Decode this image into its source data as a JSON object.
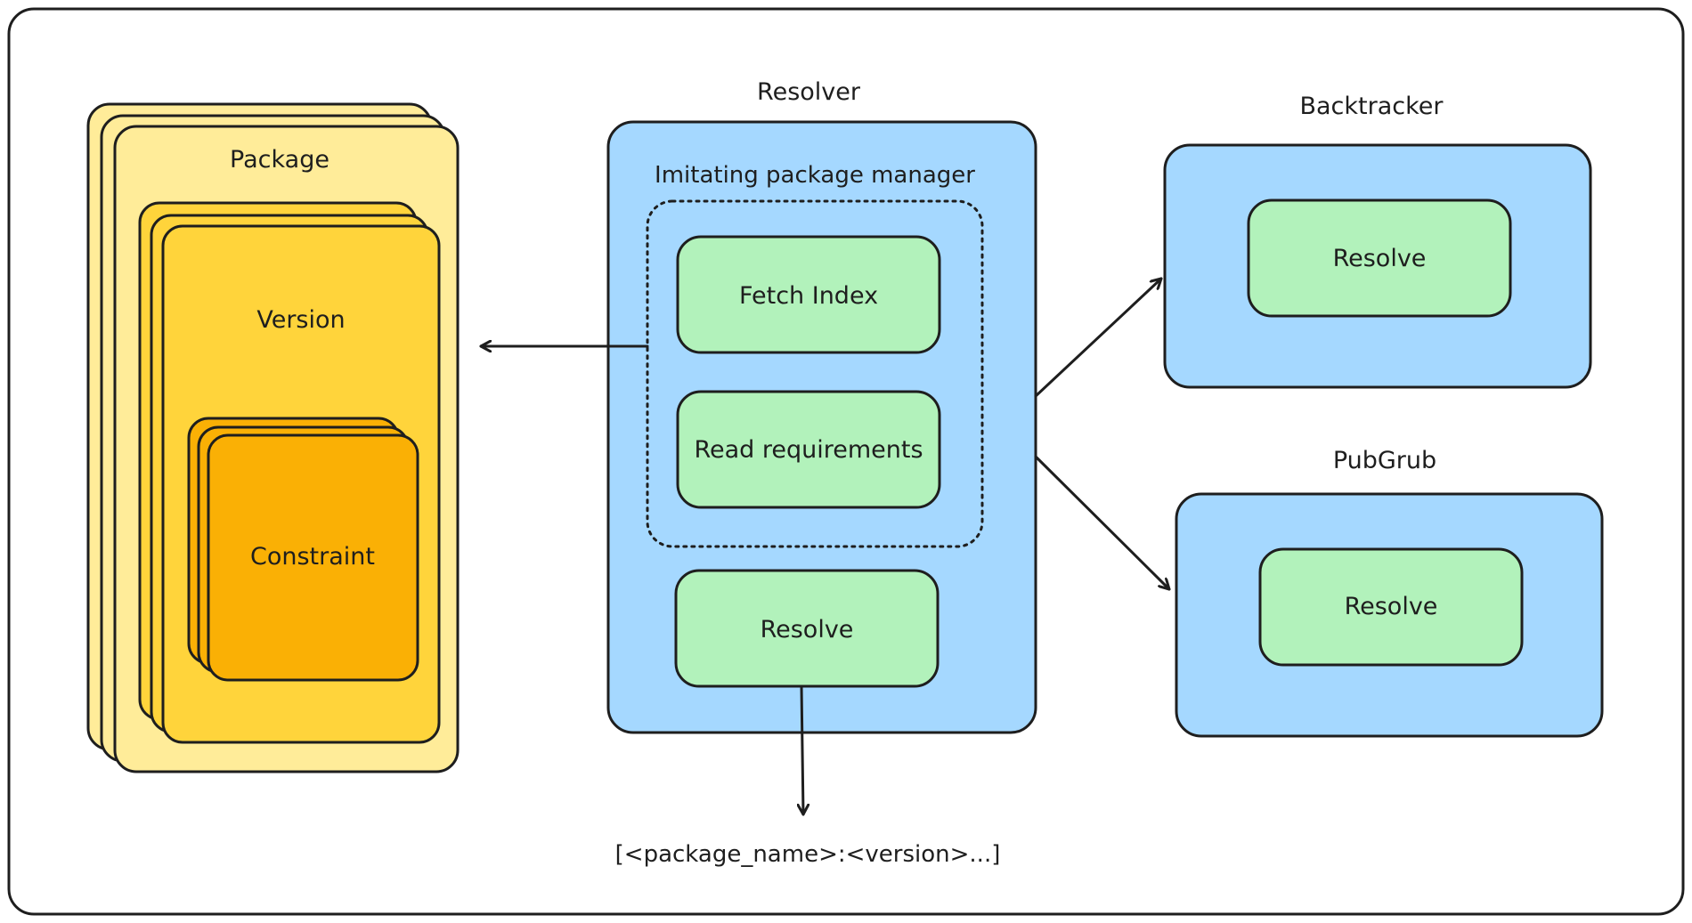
{
  "colors": {
    "package_fill": "#ffec99",
    "version_fill": "#ffd43b",
    "constraint_fill": "#fab005",
    "container_fill": "#a5d8ff",
    "step_fill": "#b2f2bb",
    "stroke": "#1e1e1e"
  },
  "package": {
    "label": "Package",
    "version": {
      "label": "Version",
      "constraint": {
        "label": "Constraint"
      }
    }
  },
  "resolver": {
    "title": "Resolver",
    "group_label": "Imitating package manager",
    "fetch_index": "Fetch Index",
    "read_requirements": "Read requirements",
    "resolve": "Resolve",
    "output": "[<package_name>:<version>...]"
  },
  "backtracker": {
    "title": "Backtracker",
    "resolve": "Resolve"
  },
  "pubgrub": {
    "title": "PubGrub",
    "resolve": "Resolve"
  }
}
